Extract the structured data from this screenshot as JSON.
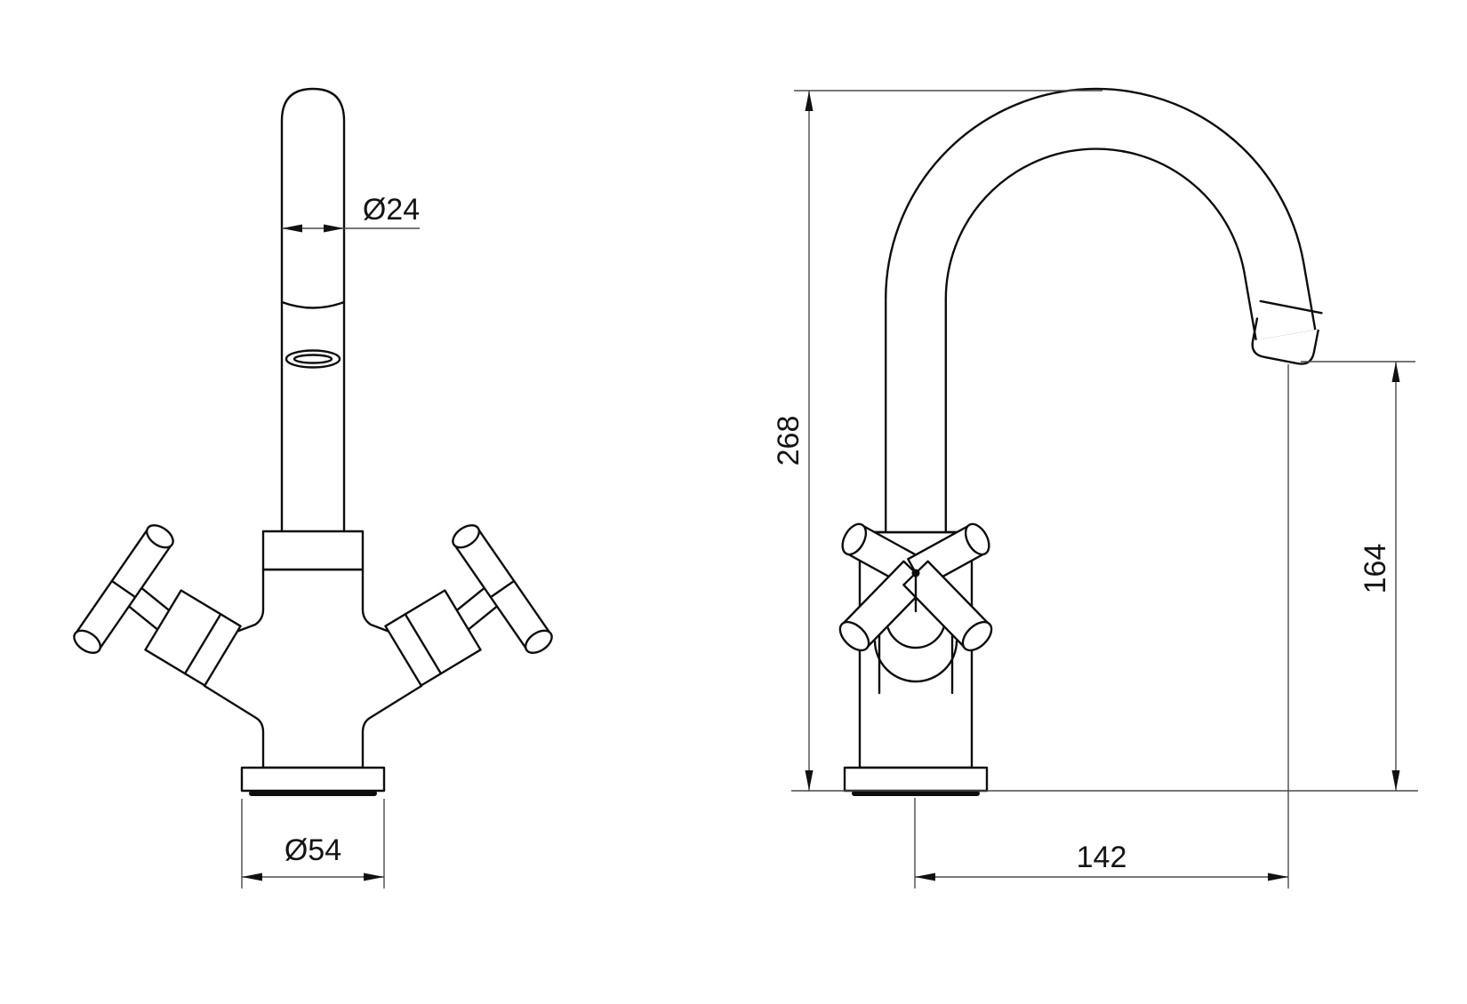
{
  "drawing": {
    "background_color": "#ffffff",
    "object_line_color": "#0d0d0d",
    "dimension_line_color": "#4a4a4a",
    "front_view": {
      "spout_diameter_label": "Ø24",
      "base_diameter_label": "Ø54"
    },
    "side_view": {
      "overall_height_label": "268",
      "outlet_height_label": "164",
      "spout_reach_label": "142"
    }
  }
}
